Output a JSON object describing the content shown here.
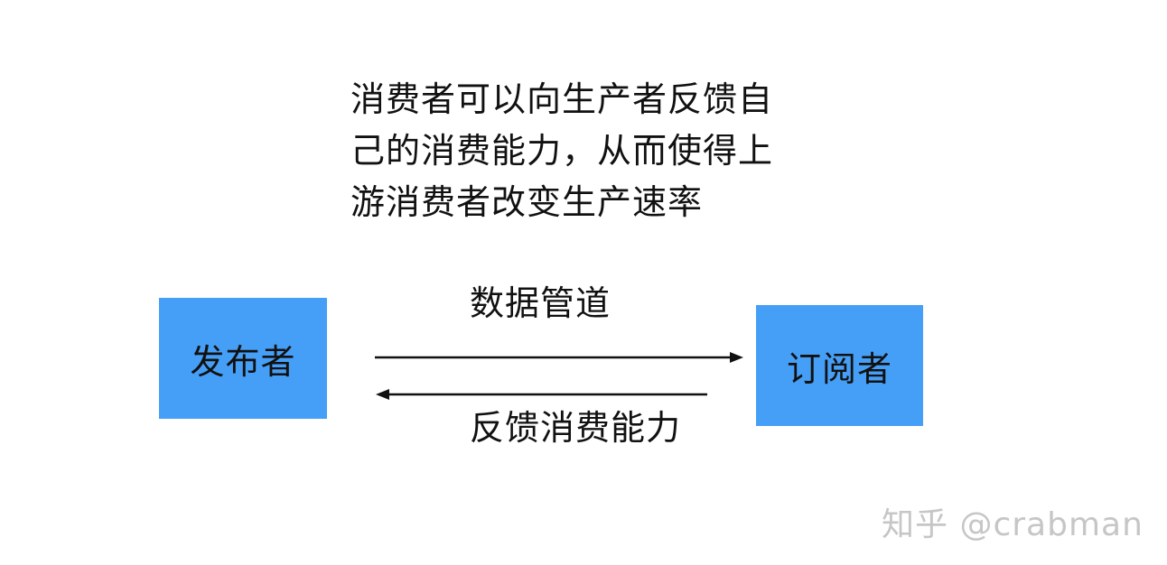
{
  "note": {
    "lines": [
      "消费者可以向生产者反馈自",
      "己的消费能力，从而使得上",
      "游消费者改变生产速率"
    ]
  },
  "publisher": {
    "label": "发布者"
  },
  "subscriber": {
    "label": "订阅者"
  },
  "data_pipe": {
    "label": "数据管道"
  },
  "feedback": {
    "label": "反馈消费能力"
  },
  "watermark": {
    "text": "知乎 @crabman"
  },
  "colors": {
    "box_fill": "#469ff6",
    "text": "#111111",
    "watermark": "#c6c6c6"
  }
}
